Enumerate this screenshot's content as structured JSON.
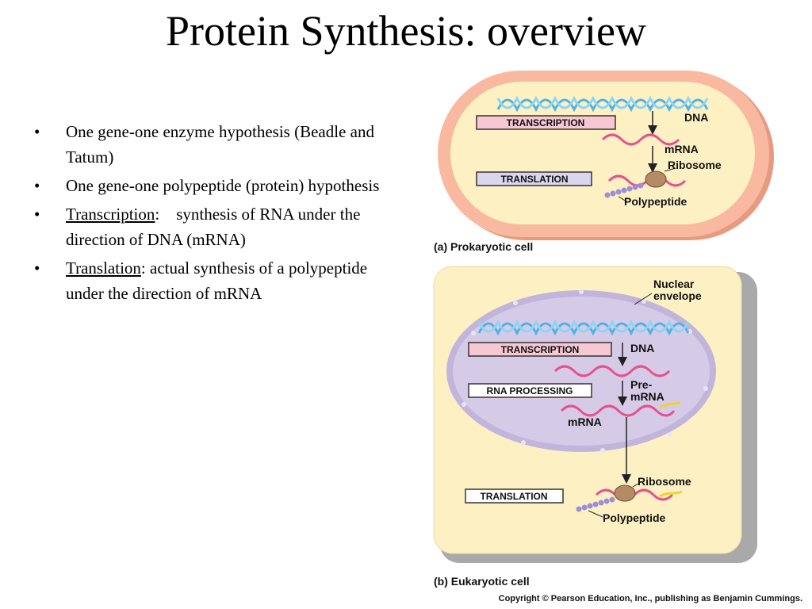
{
  "slide": {
    "title": "Protein Synthesis: overview",
    "bullets": [
      {
        "text": "One gene-one enzyme hypothesis (Beadle and Tatum)"
      },
      {
        "text": "One gene-one polypeptide (protein) hypothesis"
      },
      {
        "term": "Transcription",
        "sep": ":    ",
        "rest": "synthesis of RNA under the direction of DNA (mRNA)"
      },
      {
        "term": "Translation",
        "sep": ": ",
        "rest": "actual synthesis of a polypeptide under the direction of mRNA"
      }
    ]
  },
  "diagram": {
    "prokaryotic": {
      "caption": "(a) Prokaryotic cell",
      "transcription": "TRANSCRIPTION",
      "translation": "TRANSLATION",
      "dna": "DNA",
      "mrna": "mRNA",
      "ribosome": "Ribosome",
      "polypeptide": "Polypeptide"
    },
    "eukaryotic": {
      "caption": "(b) Eukaryotic cell",
      "nuclear_envelope_1": "Nuclear",
      "nuclear_envelope_2": "envelope",
      "transcription": "TRANSCRIPTION",
      "rna_processing": "RNA PROCESSING",
      "translation": "TRANSLATION",
      "dna": "DNA",
      "pre_mrna_1": "Pre-",
      "pre_mrna_2": "mRNA",
      "mrna": "mRNA",
      "ribosome": "Ribosome",
      "polypeptide": "Polypeptide"
    },
    "copyright": "Copyright © Pearson Education, Inc., publishing as Benjamin Cummings.",
    "colors": {
      "prokaryote_wall": "#f8b9a0",
      "cytoplasm": "#fdf1c4",
      "nucleus": "#d6cbe6",
      "dna": "#4db3e6",
      "mrna": "#e8508c",
      "ribosome": "#b58a66",
      "polypeptide": "#9c8fd4",
      "cell_shadow": "#a9a9a9"
    }
  }
}
